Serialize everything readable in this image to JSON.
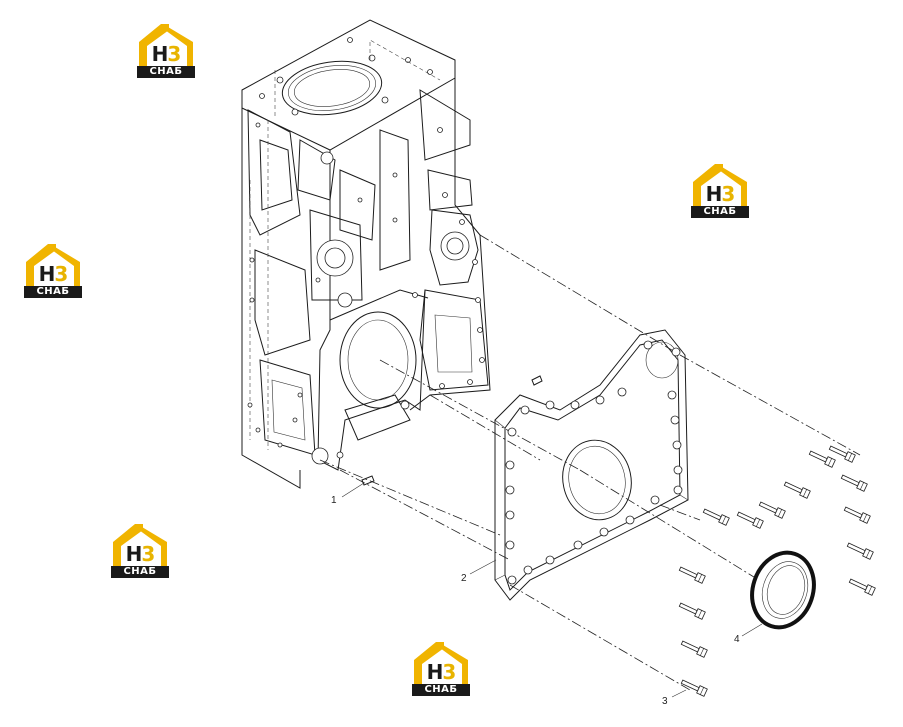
{
  "watermark": {
    "h_letter": "H",
    "digit": "3",
    "brand": "CHAБ",
    "colors": {
      "roof": "#f0b400",
      "band": "#1a1a1a",
      "digit": "#e8b400"
    }
  },
  "callouts": [
    {
      "number": "1"
    },
    {
      "number": "2"
    },
    {
      "number": "3"
    },
    {
      "number": "4"
    }
  ],
  "parts_icons": [
    "engine-block",
    "timing-cover-plate",
    "dowel-pin",
    "flange-bolt",
    "crankshaft-seal"
  ]
}
